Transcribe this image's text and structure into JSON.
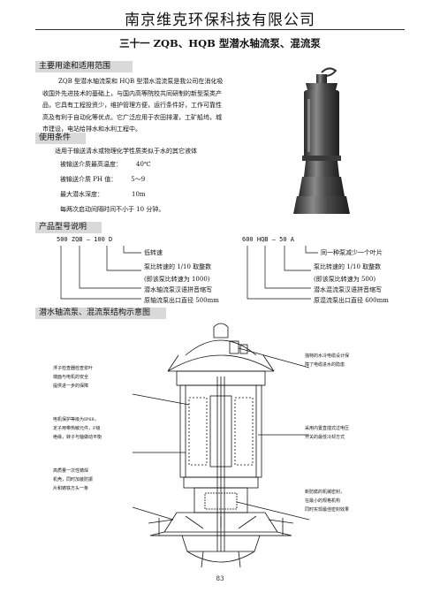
{
  "header": {
    "company": "南京维克环保科技有限公司",
    "title": "三十一 ZQB、HQB 型潜水轴流泵、混流泵"
  },
  "sections": {
    "usage_title": "主要用途和适用范围",
    "usage_text": "ZQB 型潜水轴流泵和 HQB 型潜水混流泵是我公司在消化吸收国外先进技术的基础上，与国内高等院校共同研制的新型泵类产品，它具有工程投资少，维护管理方便，运行条件好，工作可靠性高及有利于自动化等优点。它广泛应用于农田排灌，工矿船坞，城市建设，电站给排水和水利工程中。",
    "conditions_title": "使用条件",
    "conditions_intro": "适用于输送清水或物理化学性质类似于水的其它液体",
    "conditions": [
      {
        "label": "被输送介质最高温度：",
        "value": "40℃"
      },
      {
        "label": "被输送介质 PH 值：",
        "value": "5～9"
      },
      {
        "label": "最大潜水深度：",
        "value": "10m"
      }
    ],
    "conditions_note": "每两次启动间隔时间不小于 10 分钟。",
    "model_title": "产品型号说明",
    "structure_title": "潜水轴流泵、混流泵结构示意图"
  },
  "model_left": {
    "code": "500  ZQB  –  100   D",
    "items": [
      "低转速",
      "泵比转速的 1/10 取整数",
      "(即该泵比转速为 1000)",
      "潜水轴流泵汉语拼音缩写",
      "原轴流泵出口直径 500mm"
    ]
  },
  "model_right": {
    "code": "600  HQB  –  50 A",
    "items": [
      "同一种泵减少一个叶片",
      "泵比转速的 1/10 取整数",
      "(即该泵比转速为 500)",
      "潜水混流泵汉语拼音缩写",
      "原混流泵出口直径 600mm"
    ]
  },
  "diagram_notes": {
    "left": [
      "浮子检查器检查浆叶\n端面与电机的安全\n提供进一步的保障",
      "电机保护等级为IP68，\n定子用带热敏元件，F级\n绝缘，转子与轴做动平衡",
      "高质量一次性铸焊\n机壳，同时加装防振\n片和铸铁方头一条"
    ],
    "right": [
      "独特的水冷电缆设计保\n障了电缆进水的隐患",
      "采用内置直插式过电压\n开关的最低冷却方式",
      "新防腐的机械密封，\n在最小的规格机构\n同时实现最佳密封效果"
    ]
  },
  "footer": {
    "page": "83"
  }
}
